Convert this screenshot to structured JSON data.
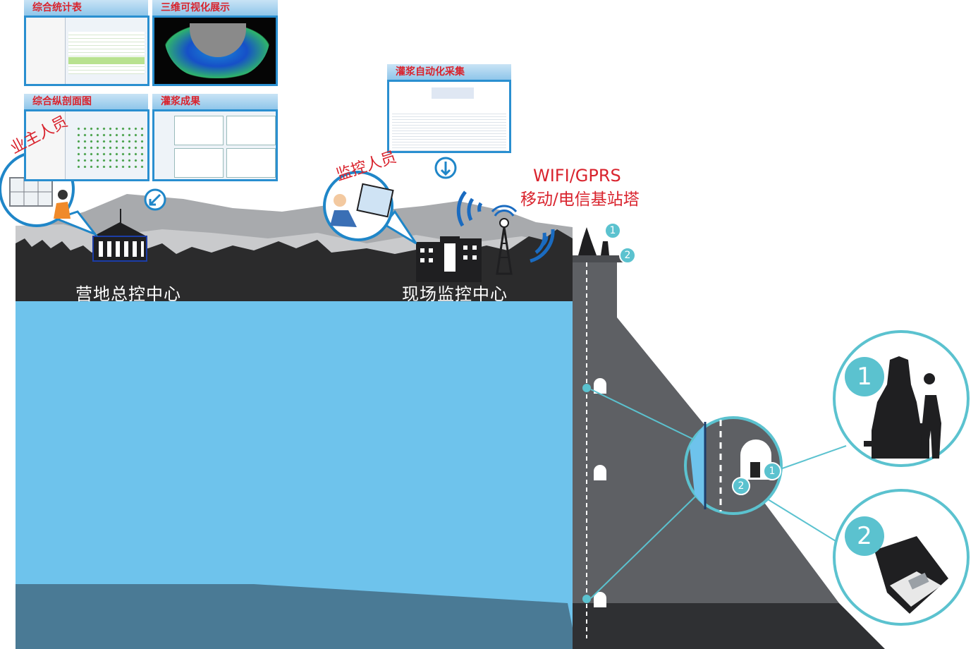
{
  "panels": {
    "stats": "综合统计表",
    "viz3d": "三维可视化展示",
    "section": "综合纵剖面图",
    "results": "灌浆成果",
    "collect": "灌浆自动化采集"
  },
  "roles": {
    "owner": "业主人员",
    "monitor": "监控人员"
  },
  "tower": {
    "line1": "WIFI/GPRS",
    "line2": "移动/电信基站塔"
  },
  "centers": {
    "camp": "营地总控中心",
    "site": "现场监控中心"
  },
  "badges": {
    "one": "1",
    "two": "2"
  },
  "colors": {
    "water": "#6ec3ec",
    "water_deep": "#4a7a95",
    "dam": "#5e6064",
    "ground": "#2b2b2c",
    "hills": "#a8aaad",
    "accent": "#5bc2cf",
    "title_red": "#d9232d",
    "frame_blue": "#2a8fd0"
  }
}
